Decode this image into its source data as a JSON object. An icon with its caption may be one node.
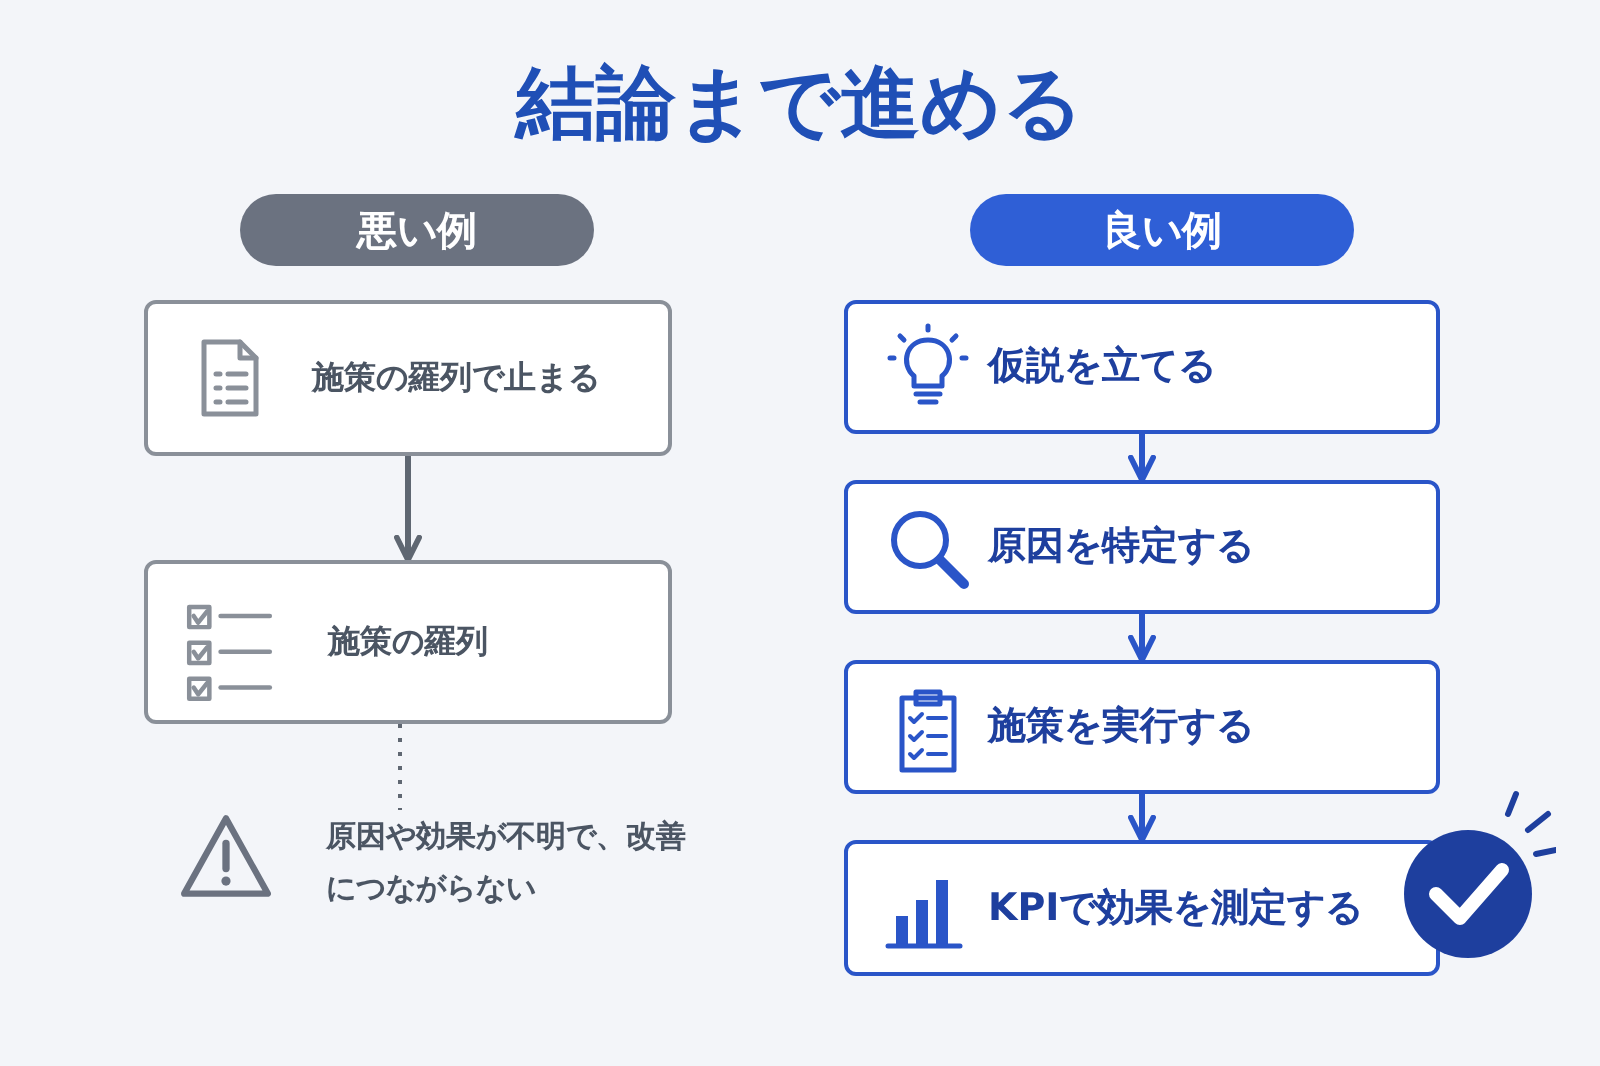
{
  "diagram": {
    "title": "結論まで進める",
    "nodes": [
      {
        "text": [
          "悪い例"
        ]
      },
      {
        "text": [
          "施策の羅列で止まる"
        ]
      },
      {
        "text": [
          "施策の羅列"
        ]
      },
      {
        "text": [
          "原因や効果が不明で、改善につながらない"
        ]
      },
      {
        "text": [
          "良い例"
        ]
      },
      {
        "text": [
          "仮説を立てる"
        ]
      },
      {
        "text": [
          "原因を特定する"
        ]
      },
      {
        "text": [
          "施策を実行する"
        ]
      },
      {
        "text": [
          "KPIで効果を測定する"
        ]
      }
    ],
    "edges": [
      {
        "from": 1,
        "to": 2,
        "arrow": "to",
        "color": "#5f6772"
      },
      {
        "from": 2,
        "to": 3,
        "arrow": "none",
        "style": "dashed",
        "color": "#5f6772"
      },
      {
        "from": 5,
        "to": 6,
        "arrow": "to"
      },
      {
        "from": 6,
        "to": 7,
        "arrow": "to"
      },
      {
        "from": 7,
        "to": 8,
        "arrow": "to"
      }
    ]
  }
}
